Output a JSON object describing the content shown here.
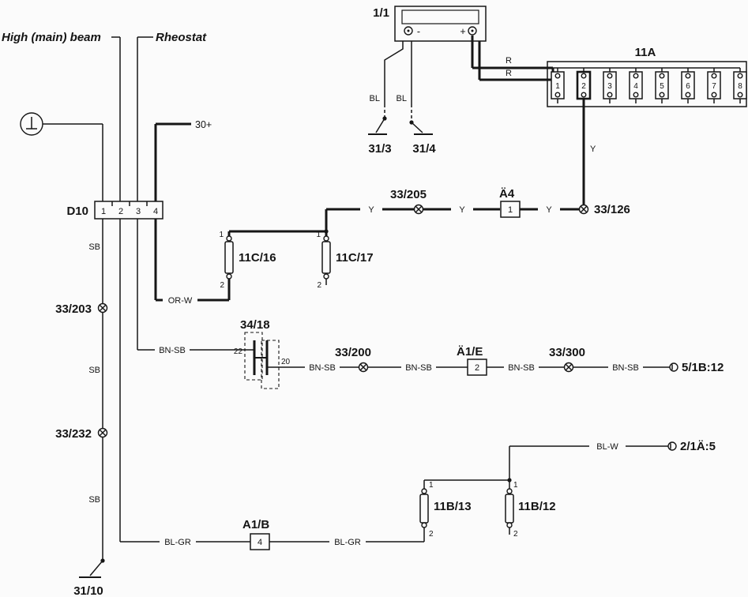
{
  "colors": {
    "bg": "#fbfbfb",
    "ink": "#141414"
  },
  "top": {
    "high_beam": "High (main) beam",
    "rheostat": "Rheostat",
    "plus30": "30+"
  },
  "battery": {
    "label": "1/1",
    "minus": "-",
    "plus": "+",
    "r1": "R",
    "r2": "R",
    "bl1": "BL",
    "bl2": "BL",
    "ground1": "31/3",
    "ground2": "31/4"
  },
  "fusebox": {
    "label": "11A",
    "fuses": [
      "1",
      "2",
      "3",
      "4",
      "5",
      "6",
      "7",
      "8"
    ],
    "y": "Y"
  },
  "left": {
    "d10": "D10",
    "pins": [
      "1",
      "2",
      "3",
      "4"
    ],
    "sb1": "SB",
    "sb2": "SB",
    "sb3": "SB",
    "splice203": "33/203",
    "splice232": "33/232",
    "ground": "31/10"
  },
  "mid": {
    "orw": "OR-W",
    "c16": "11C/16",
    "c16p1": "1",
    "c16p2": "2",
    "c17": "11C/17",
    "c17p1": "1",
    "c17p2": "2",
    "y1": "Y",
    "splice205": "33/205",
    "y2": "Y",
    "a4": "Ä4",
    "a4pin": "1",
    "y3": "Y",
    "splice126": "33/126"
  },
  "bn": {
    "c3418": "34/18",
    "p22": "22",
    "p20": "20",
    "w1": "BN-SB",
    "w2": "BN-SB",
    "splice200": "33/200",
    "w3": "BN-SB",
    "a1e": "Ä1/E",
    "a1epin": "2",
    "w4": "BN-SB",
    "splice300": "33/300",
    "w5": "BN-SB",
    "conn": "5/1B:12"
  },
  "low": {
    "blgr1": "BL-GR",
    "a1b": "A1/B",
    "a1bpin": "4",
    "blgr2": "BL-GR",
    "c13": "11B/13",
    "c13p1": "1",
    "c13p2": "2",
    "c12": "11B/12",
    "c12p1": "1",
    "c12p2": "2",
    "blw": "BL-W",
    "conn": "2/1Ä:5"
  }
}
